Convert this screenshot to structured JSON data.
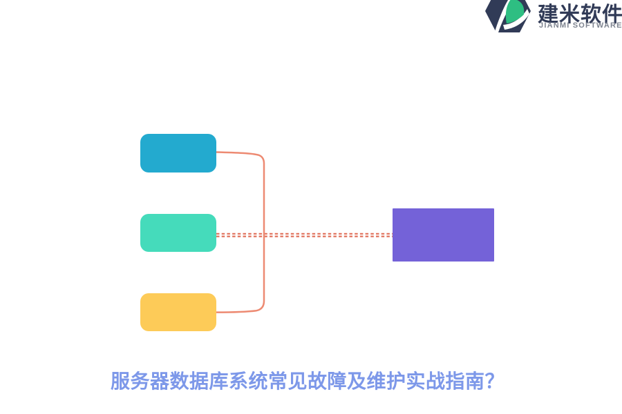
{
  "logo": {
    "icon": "jianmi-hexagon-leaf-logo",
    "name_zh": "建米软件",
    "name_en": "JIANMI SOFTWARE"
  },
  "title": {
    "text": "服务器数据库系统常见故障及维护实战指南？"
  },
  "diagram": {
    "type": "mindmap",
    "nodes": [
      {
        "id": "branch-top",
        "shape": "rounded-rect",
        "color": "#23AACF"
      },
      {
        "id": "branch-middle",
        "shape": "rounded-rect",
        "color": "#45DBBB"
      },
      {
        "id": "branch-bottom",
        "shape": "rounded-rect",
        "color": "#FDCB58"
      },
      {
        "id": "summary-right",
        "shape": "rect",
        "color": "#7462D8"
      }
    ],
    "connectors": [
      {
        "id": "bracket",
        "style": "solid curved bracket joining top and bottom branch nodes",
        "color": "#ED8A72"
      },
      {
        "id": "dotted-link",
        "style": "double dashed horizontal line from middle node to summary node",
        "color": "#E0705A"
      }
    ]
  },
  "colors": {
    "background": "#FFFFFF",
    "node_blue": "#23AACF",
    "node_green": "#45DBBB",
    "node_yellow": "#FDCB58",
    "node_purple": "#7462D8",
    "bracket_line": "#ED8A72",
    "dotted_line": "#E0705A",
    "title_text": "#7D98E9",
    "logo_navy": "#313B57",
    "logo_green": "#2EBE82",
    "logo_gray": "#7E8490"
  }
}
